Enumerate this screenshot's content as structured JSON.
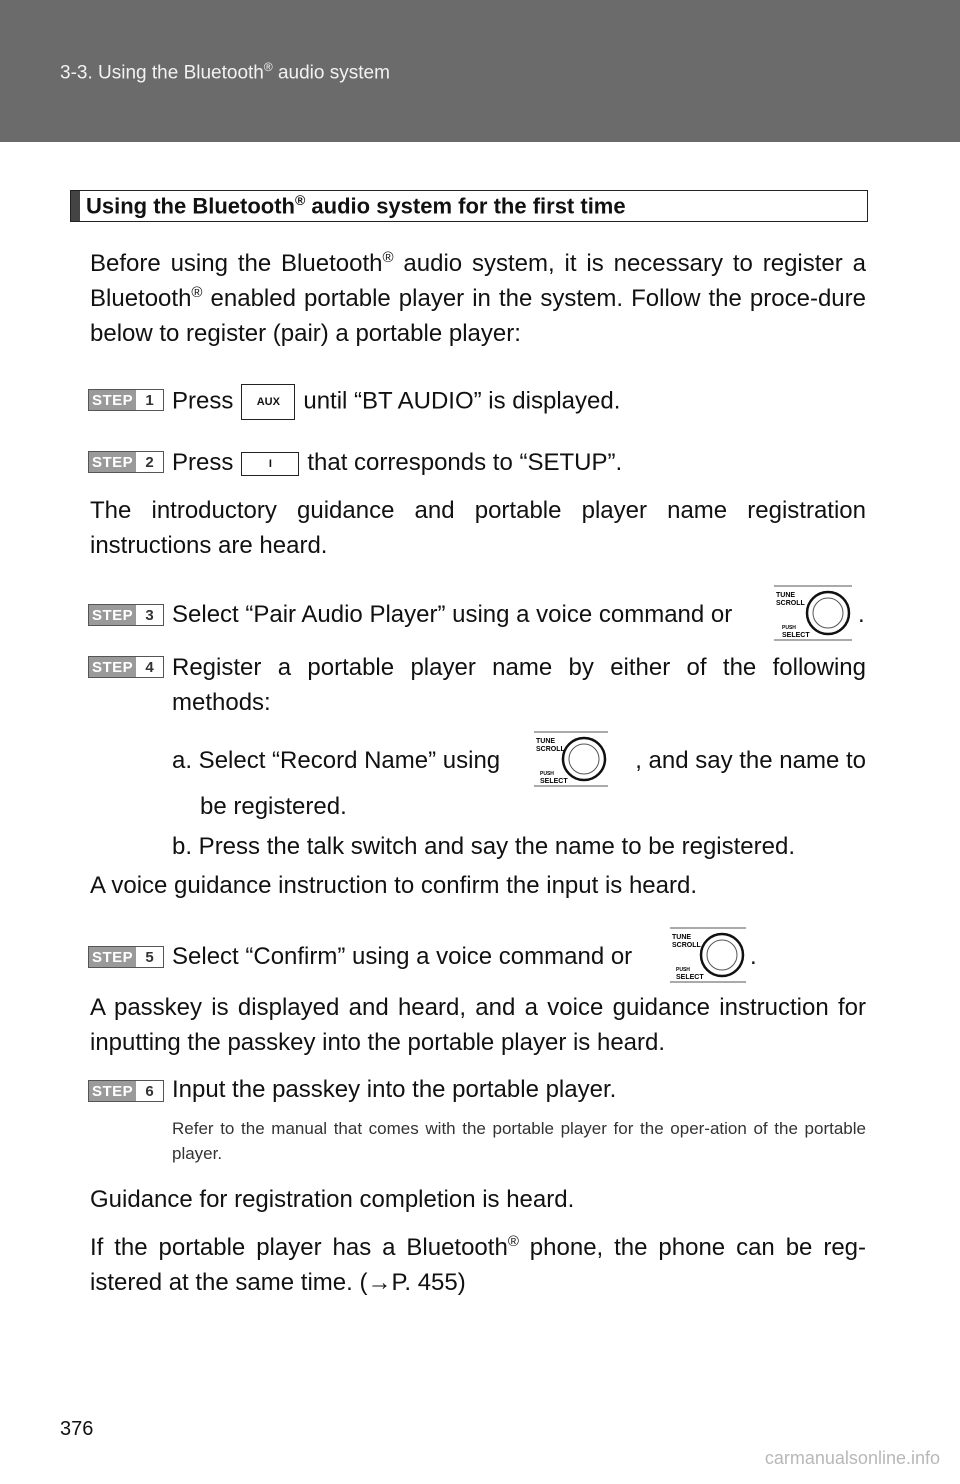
{
  "header": {
    "title_pre": "3-3. Using the Bluetooth",
    "title_sup": "®",
    "title_post": " audio system"
  },
  "section": {
    "title_pre": "Using the Bluetooth",
    "title_sup": "®",
    "title_post": " audio system for the first time"
  },
  "intro": {
    "part1": "Before using the Bluetooth",
    "sup1": "®",
    "part2": " audio system, it is necessary to register a Bluetooth",
    "sup2": "®",
    "part3": " enabled portable player in the system. Follow the proce-dure below to register (pair) a portable player:"
  },
  "step_label": "STEP",
  "steps": [
    {
      "num": "1",
      "pre": "Press",
      "key": "AUX",
      "post": "until “BT AUDIO” is displayed."
    },
    {
      "num": "2",
      "pre": "Press",
      "key": "I",
      "post": "that corresponds to “SETUP”."
    },
    {
      "num": "3",
      "text": "Select “Pair Audio Player” using a voice command or",
      "end": "."
    },
    {
      "num": "4",
      "text": "Register a portable player name by either of the following methods:"
    },
    {
      "num": "5",
      "text": "Select “Confirm” using a voice command or",
      "end": "."
    },
    {
      "num": "6",
      "text": "Input the passkey into the portable player."
    }
  ],
  "after_step2": "The introductory guidance and portable player name registration instructions are heard.",
  "step4_a_pre": "a. Select “Record Name” using",
  "step4_a_post": ", and say the name to",
  "step4_a_cont": "be registered.",
  "step4_b": "b. Press the talk switch and say the name to be registered.",
  "after_step4": "A voice guidance instruction to confirm the input is heard.",
  "after_step5": "A passkey is displayed and heard, and a voice guidance instruction for inputting the passkey into the portable player is heard.",
  "step6_note": "Refer to the manual that comes with the portable player for the oper-ation of the portable player.",
  "after_step6": "Guidance for registration completion is heard.",
  "final": {
    "part1": "If the portable player has a Bluetooth",
    "sup": "®",
    "part2": " phone, the phone can be reg-istered at the same time. (",
    "arrow": "→",
    "part3": "P. 455)"
  },
  "knob_labels": {
    "top": "TUNE",
    "top2": "SCROLL",
    "bottom": "PUSH",
    "bottom2": "SELECT"
  },
  "page_number": "376",
  "watermark": "carmanualsonline.info"
}
